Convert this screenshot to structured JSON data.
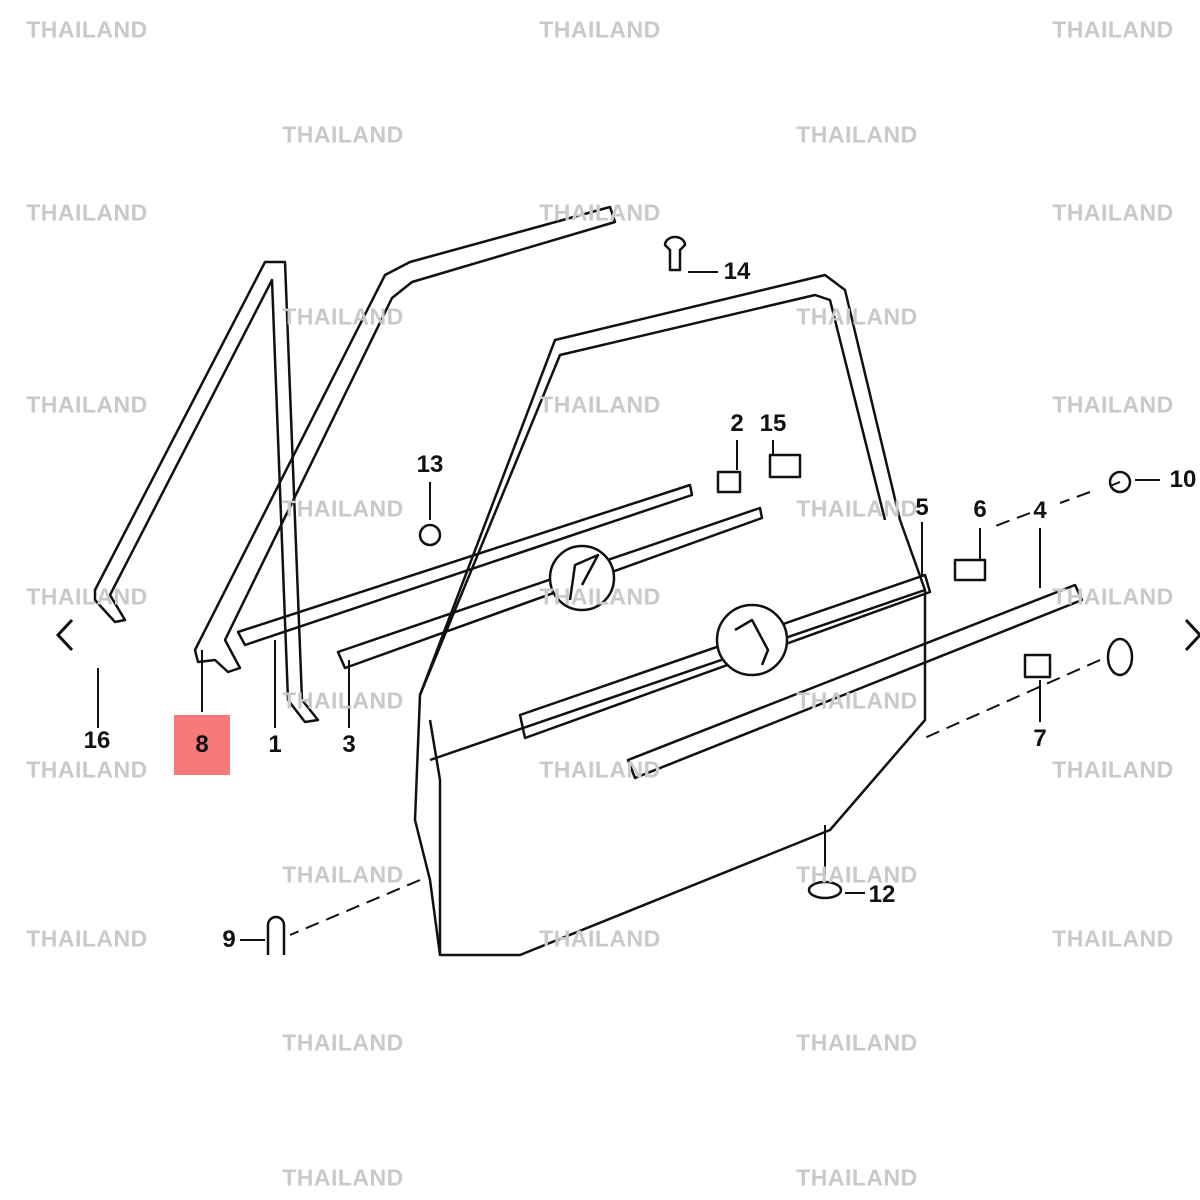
{
  "watermark": "THAILAND",
  "highlight_color": "#f77a7a",
  "highlighted_part": "8",
  "part_labels": {
    "p1": "1",
    "p2": "2",
    "p3": "3",
    "p4": "4",
    "p5": "5",
    "p6": "6",
    "p7": "7",
    "p8": "8",
    "p9": "9",
    "p10": "10",
    "p12": "12",
    "p13": "13",
    "p14": "14",
    "p15": "15",
    "p16": "16"
  },
  "nav": {
    "prev_icon": "chevron-left-icon",
    "next_icon": "chevron-right-icon"
  }
}
